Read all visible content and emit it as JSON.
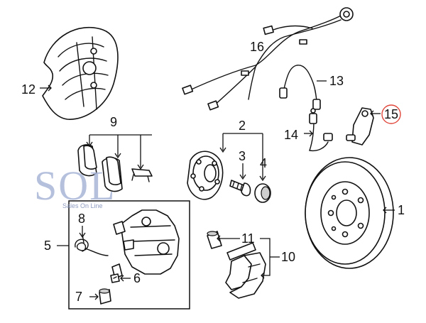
{
  "diagram": {
    "callouts": [
      {
        "id": "c1",
        "label": "1"
      },
      {
        "id": "c2",
        "label": "2"
      },
      {
        "id": "c3",
        "label": "3"
      },
      {
        "id": "c4",
        "label": "4"
      },
      {
        "id": "c5",
        "label": "5"
      },
      {
        "id": "c6",
        "label": "6"
      },
      {
        "id": "c7",
        "label": "7"
      },
      {
        "id": "c8",
        "label": "8"
      },
      {
        "id": "c9",
        "label": "9"
      },
      {
        "id": "c10",
        "label": "10"
      },
      {
        "id": "c11",
        "label": "11"
      },
      {
        "id": "c12",
        "label": "12"
      },
      {
        "id": "c13",
        "label": "13"
      },
      {
        "id": "c14",
        "label": "14"
      },
      {
        "id": "c15",
        "label": "15"
      },
      {
        "id": "c16",
        "label": "16"
      }
    ],
    "highlighted_callout": "15",
    "highlight_color": "#e0463a",
    "watermark": {
      "logo_text": "SOL",
      "subtitle": "Sales On Line",
      "color": "#a9b6d8"
    }
  }
}
